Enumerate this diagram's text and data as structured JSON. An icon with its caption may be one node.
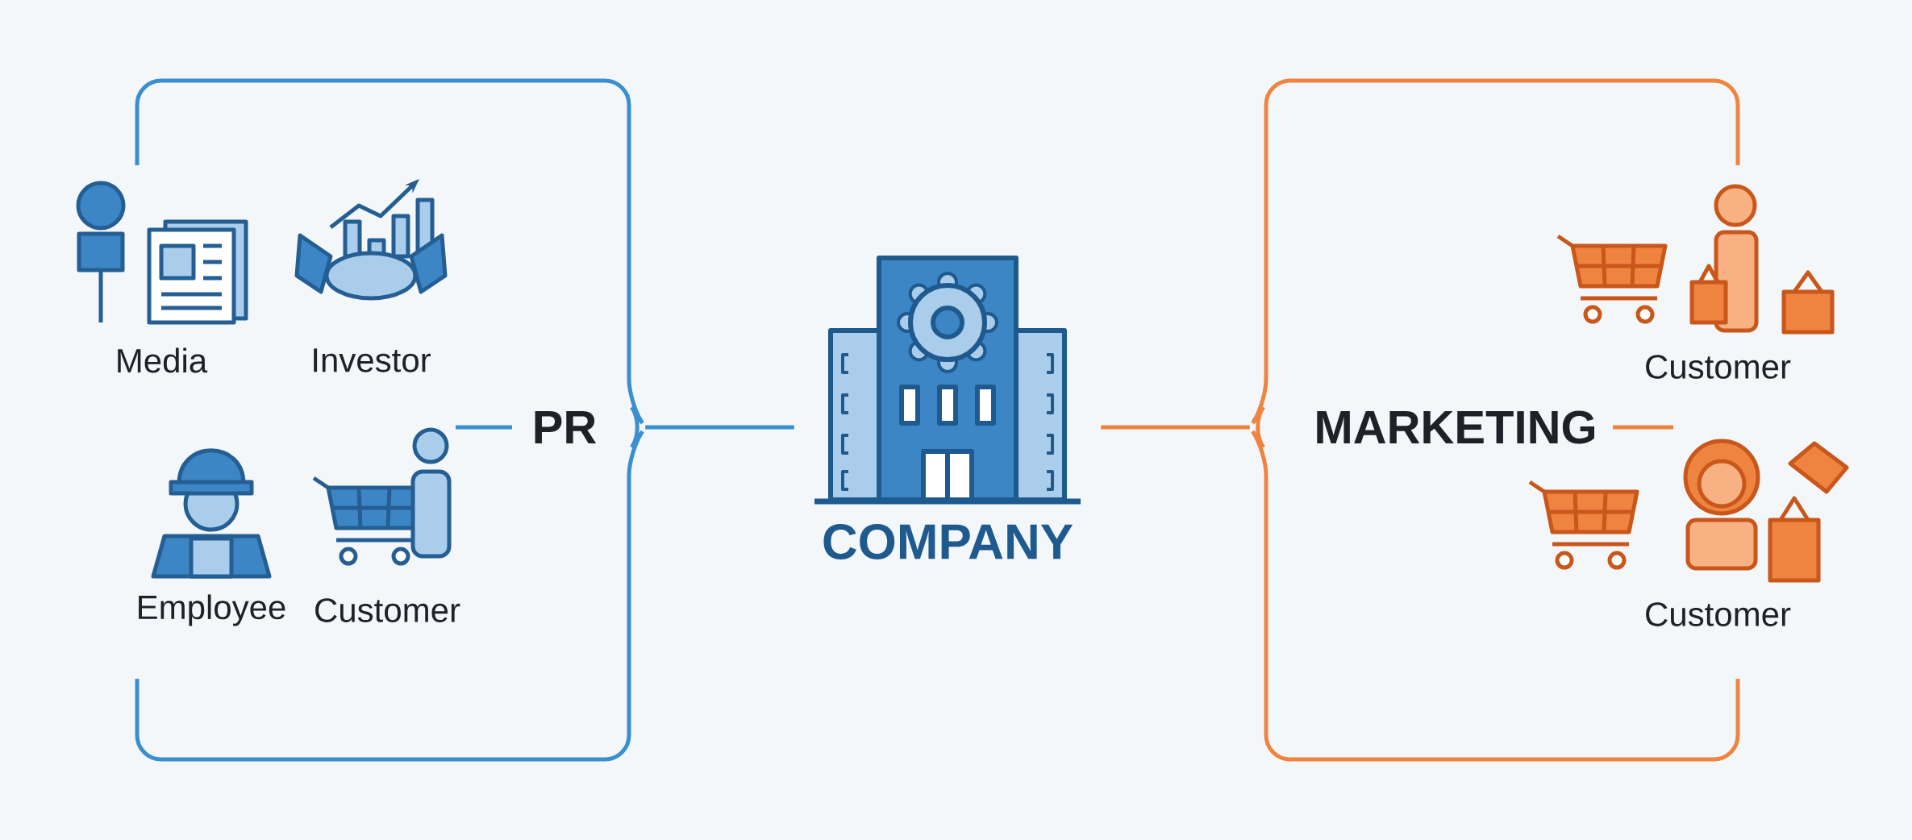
{
  "diagram": {
    "nodes": [
      {
        "text": [
          "PR"
        ]
      },
      {
        "text": [
          "Media"
        ],
        "in": 0
      },
      {
        "text": [
          "Investor"
        ],
        "in": 0
      },
      {
        "text": [
          "Employee"
        ],
        "in": 0
      },
      {
        "text": [
          "Customer"
        ],
        "in": 0
      },
      {
        "text": [
          "COMPANY"
        ]
      },
      {
        "text": [
          "MARKETING"
        ]
      },
      {
        "text": [
          "Customer"
        ],
        "in": 6
      },
      {
        "text": [
          "Customer"
        ],
        "in": 6
      }
    ],
    "edges": [
      {
        "from": 5,
        "to": 0,
        "arrow": "none",
        "color": "#3a8fd0"
      },
      {
        "from": 5,
        "to": 6,
        "arrow": "none",
        "color": "#ef8440"
      }
    ]
  }
}
